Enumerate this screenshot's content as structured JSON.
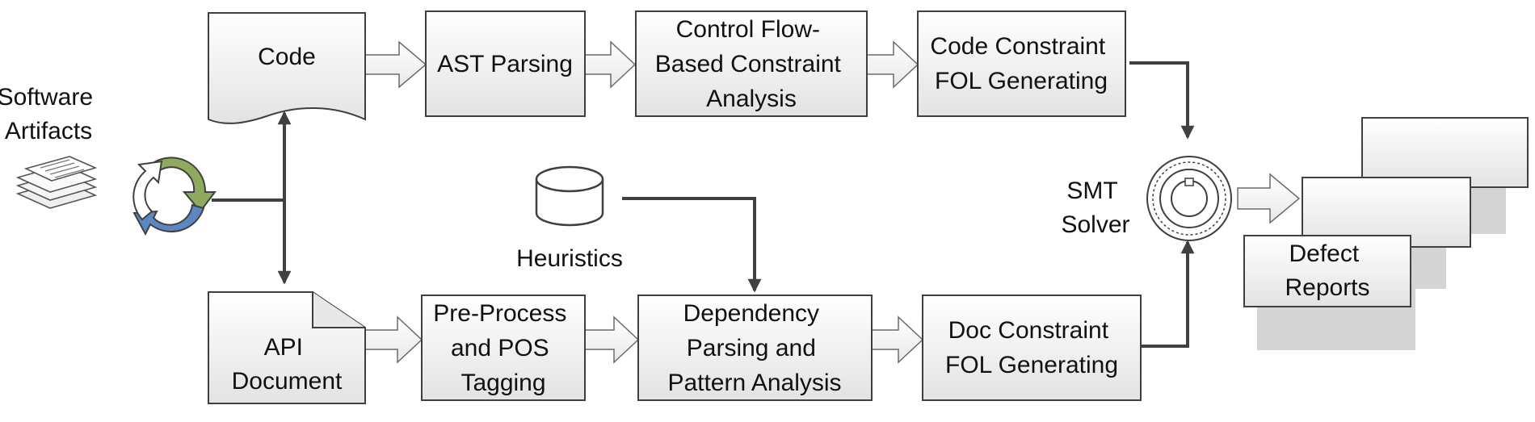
{
  "colors": {
    "box_fill_top": "#ffffff",
    "box_fill_bottom": "#e3e3e3",
    "stroke": "#3f3f3f",
    "connector": "#404040",
    "cycle_green": "#8faa5c",
    "cycle_blue": "#5c87c1"
  },
  "nodes": {
    "software_artifacts": [
      "Software",
      "Artifacts"
    ],
    "code": [
      "Code"
    ],
    "api_document": [
      "API",
      "Document"
    ],
    "ast_parsing": [
      "AST Parsing"
    ],
    "control_flow": [
      "Control Flow-",
      "Based Constraint",
      "Analysis"
    ],
    "code_constraint": [
      "Code Constraint",
      "FOL Generating"
    ],
    "heuristics": [
      "Heuristics"
    ],
    "pre_process": [
      "Pre-Process",
      "and POS",
      "Tagging"
    ],
    "dependency": [
      "Dependency",
      "Parsing and",
      "Pattern Analysis"
    ],
    "doc_constraint": [
      "Doc Constraint",
      "FOL Generating"
    ],
    "smt_solver": [
      "SMT",
      "Solver"
    ],
    "defect_reports": [
      "Defect",
      "Reports"
    ]
  },
  "icons": {
    "artifacts": "document-stack-icon",
    "cycle": "recycle-arrows-icon",
    "heuristics": "database-icon",
    "solver": "gear-disc-icon"
  }
}
